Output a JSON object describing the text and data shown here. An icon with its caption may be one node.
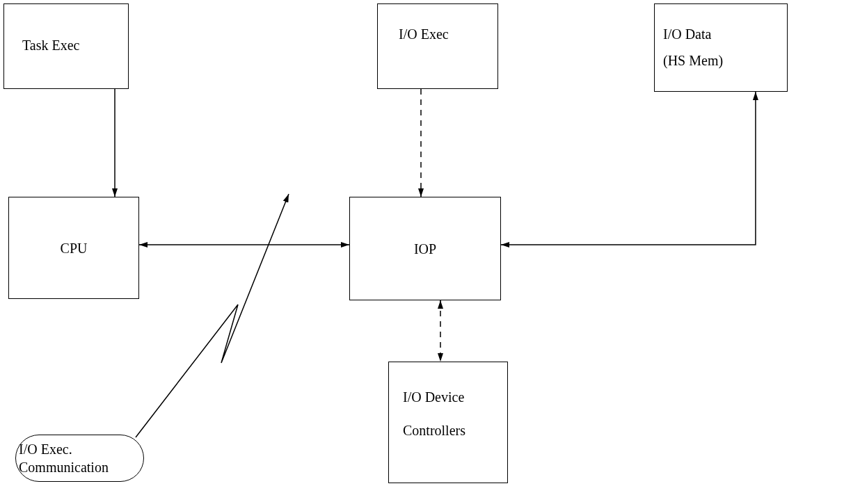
{
  "diagram": {
    "nodes": [
      {
        "text": [
          "Task Exec"
        ]
      },
      {
        "text": [
          "I/O Exec"
        ]
      },
      {
        "text": [
          "I/O Data (HS Mem)"
        ]
      },
      {
        "text": [
          "CPU"
        ]
      },
      {
        "text": [
          "IOP"
        ]
      },
      {
        "text": [
          "I/O Device Controllers"
        ]
      },
      {
        "text": [
          "I/O Exec. Communication"
        ]
      }
    ],
    "edges": [
      {
        "from": 0,
        "to": 3,
        "arrow": "to"
      },
      {
        "from": 1,
        "to": 4,
        "arrow": "to",
        "style": "dashed"
      },
      {
        "from": 3,
        "to": 4,
        "arrow": "both"
      },
      {
        "from": 4,
        "to": 2,
        "arrow": "both"
      },
      {
        "from": 4,
        "to": 5,
        "arrow": "both",
        "style": "dashed"
      },
      {
        "from": 6,
        "to": null,
        "arrow": "to"
      }
    ]
  }
}
